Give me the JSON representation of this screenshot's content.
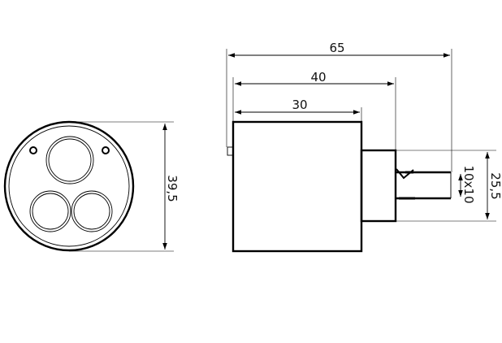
{
  "drawing": {
    "dimensions": {
      "overall_length": "65",
      "housing_plus_collar": "40",
      "housing_length": "30",
      "front_diameter": "39,5",
      "collar_height": "25,5",
      "shaft_square": "10x10"
    }
  }
}
